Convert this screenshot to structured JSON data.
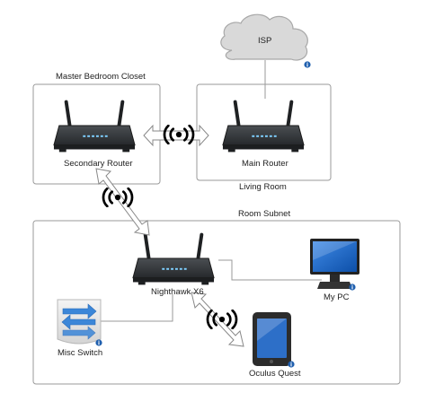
{
  "diagram": {
    "isp_label": "ISP",
    "groups": {
      "master_closet": "Master Bedroom Closet",
      "living_room": "Living Room",
      "room_subnet": "Room Subnet"
    },
    "devices": {
      "secondary_router": "Secondary Router",
      "main_router": "Main Router",
      "nighthawk": "Nighthawk X6",
      "my_pc": "My PC",
      "misc_switch": "Misc Switch",
      "oculus_quest": "Oculus Quest"
    },
    "info_badge": "i",
    "colors": {
      "router_body": "#3a3d40",
      "router_dark": "#1f2123",
      "router_led": "#7fd0ff",
      "cloud_fill": "#d9d9d9",
      "cloud_stroke": "#a8a8a8",
      "box_border": "#9a9a9a",
      "line": "#999999",
      "arrow_fill": "#ffffff",
      "arrow_stroke": "#888888",
      "wifi_icon": "#000000",
      "info_badge": "#1f5fae",
      "switch_body": "#e9e9e9",
      "switch_arrows": "#3b86d8",
      "tablet_blue": "#2d6fc8"
    }
  }
}
